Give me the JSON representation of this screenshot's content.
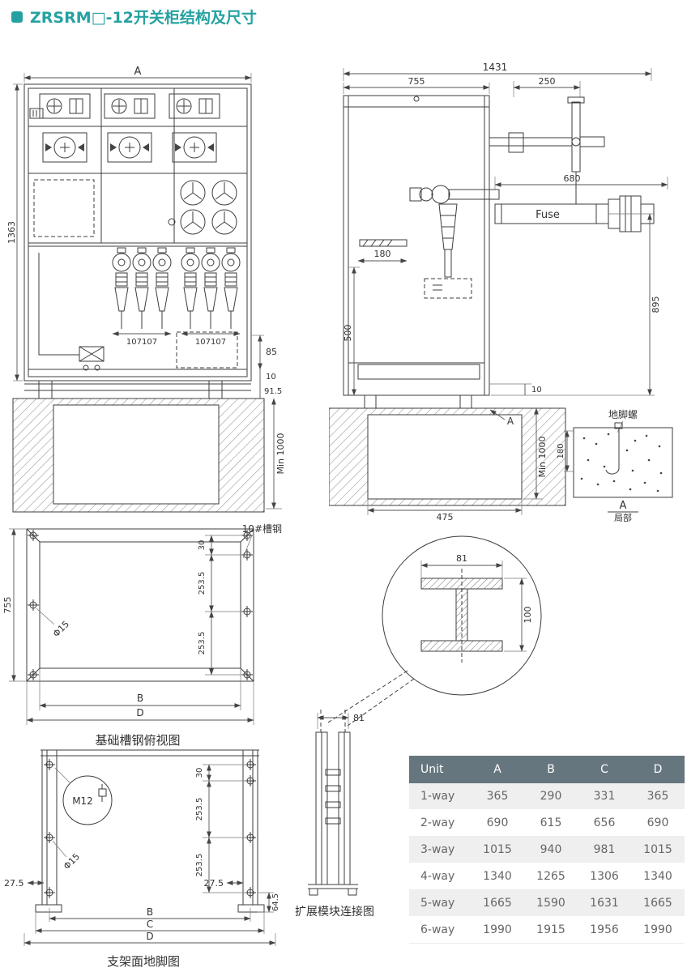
{
  "title": "ZRSRM□-12开关柜结构及尺寸",
  "front_view": {
    "dim_a": "A",
    "dim_1363": "1363",
    "dim_107_left": "107107",
    "dim_107_right": "107107",
    "dim_85": "85",
    "dim_10": "10",
    "dim_915": "91.5",
    "dim_min1000": "Min 1000"
  },
  "side_view": {
    "dim_1431": "1431",
    "dim_755": "755",
    "dim_250": "250",
    "dim_680": "680",
    "fuse_label": "Fuse",
    "dim_180": "180",
    "dim_500": "500",
    "dim_895": "895",
    "dim_10": "10",
    "dim_min1000": "Min 1000",
    "dim_475": "475",
    "arrow_a": "A"
  },
  "anchor_detail": {
    "label": "地脚螺",
    "dim_180": "180",
    "ref_letter": "A",
    "ref_label": "局部"
  },
  "foundation_plan": {
    "title": "基础槽钢俯视图",
    "channel_label": "10#槽钢",
    "dim_755": "755",
    "dim_phi15": "Φ15",
    "dim_30": "30",
    "dim_2535_top": "253.5",
    "dim_2535_bottom": "253.5",
    "dim_b": "B",
    "dim_d": "D"
  },
  "ibeam_detail": {
    "dim_81": "81",
    "dim_100": "100"
  },
  "bracket_plan": {
    "title": "支架面地脚图",
    "m12_label": "M12",
    "dim_phi15": "Φ15",
    "dim_275_left": "27.5",
    "dim_30": "30",
    "dim_2535_top": "253.5",
    "dim_2535_bottom": "253.5",
    "dim_275_right": "27.5",
    "dim_645": "64.5",
    "dim_b": "B",
    "dim_c": "C",
    "dim_d": "D"
  },
  "expansion_module": {
    "title": "扩展模块连接图",
    "dim_81": "81"
  },
  "size_table": {
    "headers": [
      "Unit",
      "A",
      "B",
      "C",
      "D"
    ],
    "rows": [
      {
        "unit": "1-way",
        "a": "365",
        "b": "290",
        "c": "331",
        "d": "365"
      },
      {
        "unit": "2-way",
        "a": "690",
        "b": "615",
        "c": "656",
        "d": "690"
      },
      {
        "unit": "3-way",
        "a": "1015",
        "b": "940",
        "c": "981",
        "d": "1015"
      },
      {
        "unit": "4-way",
        "a": "1340",
        "b": "1265",
        "c": "1306",
        "d": "1340"
      },
      {
        "unit": "5-way",
        "a": "1665",
        "b": "1590",
        "c": "1631",
        "d": "1665"
      },
      {
        "unit": "6-way",
        "a": "1990",
        "b": "1915",
        "c": "1956",
        "d": "1990"
      }
    ]
  },
  "colors": {
    "accent": "#26a1a1",
    "table_header_bg": "#66767f",
    "table_row_alt": "#efefef",
    "line": "#3d3d3d"
  }
}
